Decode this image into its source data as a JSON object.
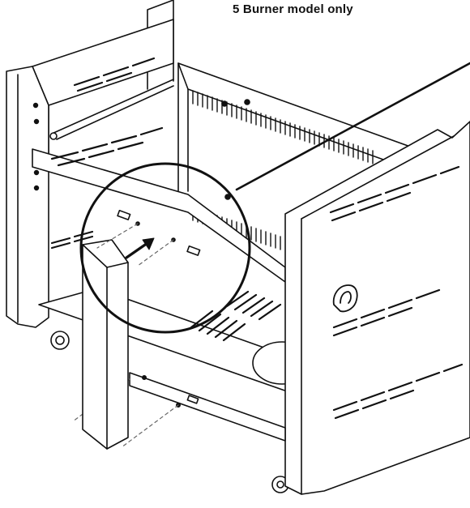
{
  "caption": "5 Burner model only",
  "colors": {
    "line": "#111111",
    "panel": "#ffffff",
    "vent": "#111111",
    "dash": "#666666"
  },
  "parts": {
    "back_frame": "grill-cart-back-frame",
    "left_side_panel": "left-side-panel",
    "right_side_panel": "right-side-panel",
    "front_left_panel": "front-left-panel",
    "crossbar": "front-crossbar",
    "bottom_shelf": "bottom-shelf",
    "handle": "side-handle",
    "wheel": "caster-wheel"
  },
  "callout": {
    "shape": "circle",
    "pointer": "leader-line",
    "arrow": "insertion-arrow"
  }
}
